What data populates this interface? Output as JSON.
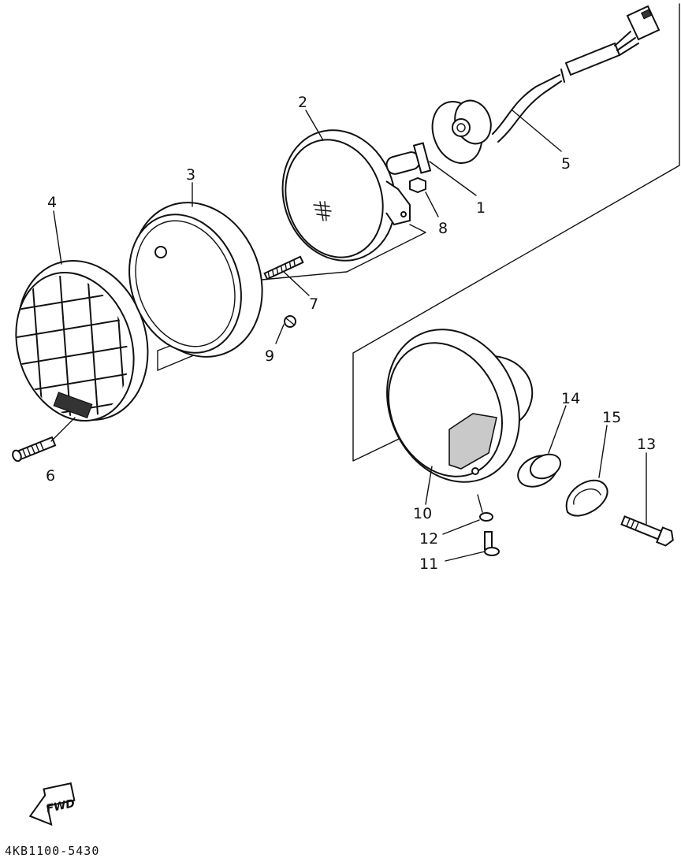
{
  "diagram": {
    "callouts": [
      {
        "id": "1",
        "text": "1"
      },
      {
        "id": "2",
        "text": "2"
      },
      {
        "id": "3",
        "text": "3"
      },
      {
        "id": "4",
        "text": "4"
      },
      {
        "id": "5",
        "text": "5"
      },
      {
        "id": "6",
        "text": "6"
      },
      {
        "id": "7",
        "text": "7"
      },
      {
        "id": "8",
        "text": "8"
      },
      {
        "id": "9",
        "text": "9"
      },
      {
        "id": "10",
        "text": "10"
      },
      {
        "id": "11",
        "text": "11"
      },
      {
        "id": "12",
        "text": "12"
      },
      {
        "id": "13",
        "text": "13"
      },
      {
        "id": "14",
        "text": "14"
      },
      {
        "id": "15",
        "text": "15"
      }
    ],
    "fwd_label": "FWD",
    "part_code": "4KB1100-5430"
  }
}
